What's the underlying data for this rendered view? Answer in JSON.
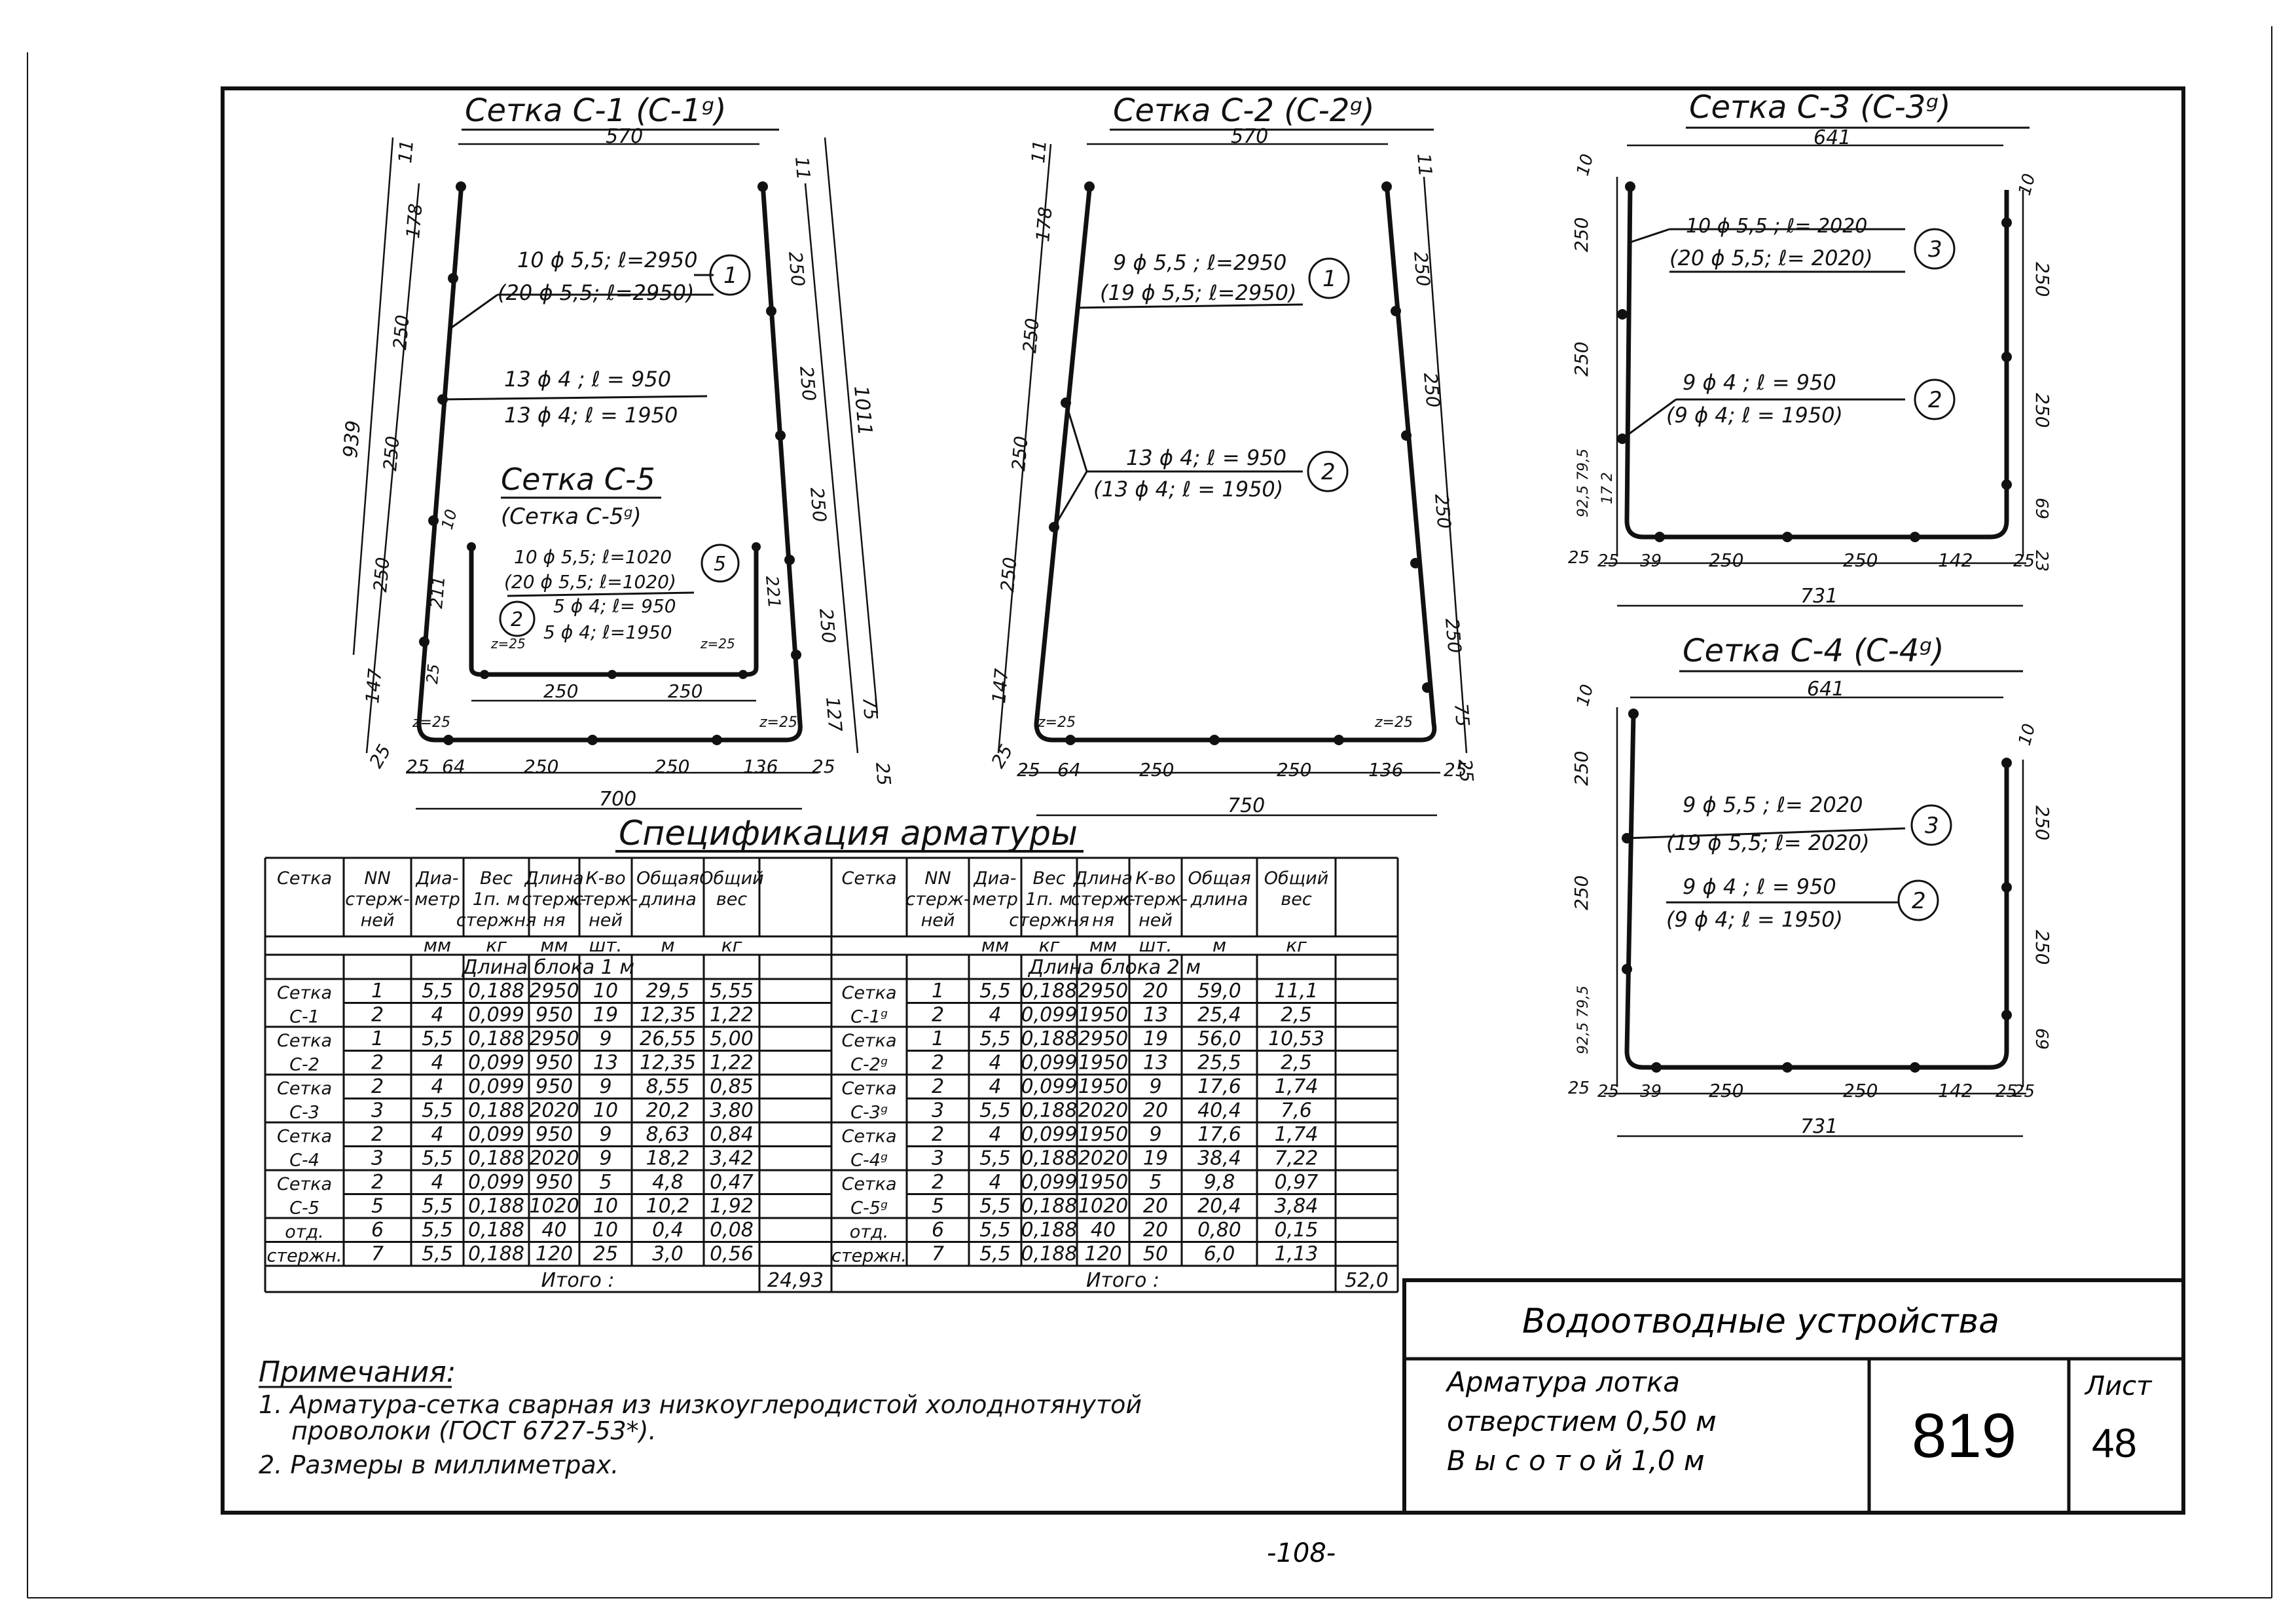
{
  "drawings": {
    "c1": {
      "title": "Сетка С-1 (С-1ᵍ)",
      "top": "570",
      "bottom_total": "700",
      "height_total": "939",
      "height_right": "1011",
      "left_dims": [
        "11",
        "178",
        "250",
        "250",
        "250",
        "147",
        "25"
      ],
      "right_dims": [
        "11",
        "250",
        "250",
        "250",
        "250",
        "127",
        "25"
      ],
      "bottom_dims": [
        "25",
        "64",
        "250",
        "250",
        "136",
        "25"
      ],
      "side75": "75",
      "radius": "z=25",
      "callout1_line1": "10 ϕ 5,5; ℓ=2950",
      "callout1_line2": "(20 ϕ 5,5; ℓ=2950)",
      "callout1_num": "1",
      "callout2_line1": "13 ϕ 4 ; ℓ = 950",
      "callout2_line2": "13 ϕ 4; ℓ = 1950"
    },
    "c5": {
      "title": "Сетка С-5",
      "subtitle": "(Сетка С-5ᵍ)",
      "call_a1": "10 ϕ 5,5; ℓ=1020",
      "call_a2": "(20 ϕ 5,5; ℓ=1020)",
      "call_a_num": "5",
      "call_b1": "5 ϕ 4; ℓ= 950",
      "call_b2": "5 ϕ 4; ℓ=1950",
      "call_b_num": "2",
      "left_h": "211",
      "right_h": "221",
      "top_left": "10",
      "base_l": "25",
      "bottom1": "250",
      "bottom2": "250",
      "r": "z=25"
    },
    "c2": {
      "title": "Сетка С-2 (С-2ᵍ)",
      "top": "570",
      "bottom_total": "750",
      "left_dims": [
        "11",
        "178",
        "250",
        "250",
        "250",
        "147",
        "25"
      ],
      "right_dims": [
        "11",
        "250",
        "250",
        "250",
        "250",
        "75",
        "25"
      ],
      "bottom_dims": [
        "25",
        "64",
        "250",
        "250",
        "136",
        "25"
      ],
      "radius": "z=25",
      "callout1_line1": "9 ϕ 5,5 ; ℓ=2950",
      "callout1_line2": "(19 ϕ 5,5; ℓ=2950)",
      "callout1_num": "1",
      "callout2_line1": "13 ϕ 4; ℓ = 950",
      "callout2_line2": "(13 ϕ 4; ℓ = 1950)",
      "callout2_num": "2"
    },
    "c3": {
      "title": "Сетка С-3 (С-3ᵍ)",
      "top": "641",
      "bottom_total": "731",
      "left_dims": [
        "10",
        "250",
        "250",
        "92,5 79,5",
        "17 2",
        "25"
      ],
      "right_dims": [
        "10",
        "250",
        "250",
        "69",
        "23"
      ],
      "bottom_dims": [
        "25",
        "39",
        "250",
        "250",
        "142",
        "25"
      ],
      "callout1_line1": "10 ϕ 5,5 ; ℓ= 2020",
      "callout1_line2": "(20 ϕ 5,5; ℓ= 2020)",
      "callout1_num": "3",
      "callout2_line1": "9 ϕ 4 ;  ℓ = 950",
      "callout2_line2": "(9 ϕ 4;  ℓ = 1950)",
      "callout2_num": "2"
    },
    "c4": {
      "title": "Сетка С-4 (С-4ᵍ)",
      "top": "641",
      "bottom_total": "731",
      "left_dims": [
        "10",
        "250",
        "250",
        "92,5 79,5",
        "25"
      ],
      "right_dims": [
        "10",
        "250",
        "250",
        "69",
        "25"
      ],
      "bottom_dims": [
        "25",
        "39",
        "250",
        "250",
        "142",
        "25"
      ],
      "callout1_line1": "9 ϕ 5,5 ;  ℓ= 2020",
      "callout1_line2": "(19 ϕ 5,5;  ℓ= 2020)",
      "callout1_num": "3",
      "callout2_line1": "9 ϕ 4 ;  ℓ = 950",
      "callout2_line2": "(9 ϕ 4;  ℓ = 1950)",
      "callout2_num": "2"
    }
  },
  "spec": {
    "title": "Спецификация арматуры",
    "headers": [
      "Сетка",
      "NN стерж- ней",
      "Диа- метр",
      "Вес 1п. м стержня",
      "Длина стерж- ня",
      "К-во стерж- ней",
      "Общая длина",
      "Общий вес"
    ],
    "units": [
      "",
      "",
      "мм",
      "кг",
      "мм",
      "шт.",
      "м",
      "кг"
    ],
    "left_block_title": "Длина   блока   1 м",
    "right_block_title": "Длина   блока   2  м",
    "left_groups": [
      "Сетка С-1",
      "Сетка С-2",
      "Сетка С-3",
      "Сетка С-4",
      "Сетка С-5",
      "отд. стержн."
    ],
    "right_groups": [
      "Сетка С-1ᵍ",
      "Сетка С-2ᵍ",
      "Сетка С-3ᵍ",
      "Сетка С-4ᵍ",
      "Сетка С-5ᵍ",
      "отд. стержн."
    ],
    "left_rows": [
      [
        "1",
        "5,5",
        "0,188",
        "2950",
        "10",
        "29,5",
        "5,55"
      ],
      [
        "2",
        "4",
        "0,099",
        "950",
        "19",
        "12,35",
        "1,22"
      ],
      [
        "1",
        "5,5",
        "0,188",
        "2950",
        "9",
        "26,55",
        "5,00"
      ],
      [
        "2",
        "4",
        "0,099",
        "950",
        "13",
        "12,35",
        "1,22"
      ],
      [
        "2",
        "4",
        "0,099",
        "950",
        "9",
        "8,55",
        "0,85"
      ],
      [
        "3",
        "5,5",
        "0,188",
        "2020",
        "10",
        "20,2",
        "3,80"
      ],
      [
        "2",
        "4",
        "0,099",
        "950",
        "9",
        "8,63",
        "0,84"
      ],
      [
        "3",
        "5,5",
        "0,188",
        "2020",
        "9",
        "18,2",
        "3,42"
      ],
      [
        "2",
        "4",
        "0,099",
        "950",
        "5",
        "4,8",
        "0,47"
      ],
      [
        "5",
        "5,5",
        "0,188",
        "1020",
        "10",
        "10,2",
        "1,92"
      ],
      [
        "6",
        "5,5",
        "0,188",
        "40",
        "10",
        "0,4",
        "0,08"
      ],
      [
        "7",
        "5,5",
        "0,188",
        "120",
        "25",
        "3,0",
        "0,56"
      ]
    ],
    "right_rows": [
      [
        "1",
        "5,5",
        "0,188",
        "2950",
        "20",
        "59,0",
        "11,1"
      ],
      [
        "2",
        "4",
        "0,099",
        "1950",
        "13",
        "25,4",
        "2,5"
      ],
      [
        "1",
        "5,5",
        "0,188",
        "2950",
        "19",
        "56,0",
        "10,53"
      ],
      [
        "2",
        "4",
        "0,099",
        "1950",
        "13",
        "25,5",
        "2,5"
      ],
      [
        "2",
        "4",
        "0,099",
        "1950",
        "9",
        "17,6",
        "1,74"
      ],
      [
        "3",
        "5,5",
        "0,188",
        "2020",
        "20",
        "40,4",
        "7,6"
      ],
      [
        "2",
        "4",
        "0,099",
        "1950",
        "9",
        "17,6",
        "1,74"
      ],
      [
        "3",
        "5,5",
        "0,188",
        "2020",
        "19",
        "38,4",
        "7,22"
      ],
      [
        "2",
        "4",
        "0,099",
        "1950",
        "5",
        "9,8",
        "0,97"
      ],
      [
        "5",
        "5,5",
        "0,188",
        "1020",
        "20",
        "20,4",
        "3,84"
      ],
      [
        "6",
        "5,5",
        "0,188",
        "40",
        "20",
        "0,80",
        "0,15"
      ],
      [
        "7",
        "5,5",
        "0,188",
        "120",
        "50",
        "6,0",
        "1,13"
      ]
    ],
    "total_label": "Итого :",
    "left_total": "24,93",
    "right_total": "52,0"
  },
  "notes": {
    "title": "Примечания:",
    "line1": "1. Арматура-сетка сварная из низкоуглеродистой холоднотянутой",
    "line2": "проволоки (ГОСТ 6727-53*).",
    "line3": "2. Размеры   в  миллиметрах."
  },
  "stamp": {
    "main_title": "Водоотводные устройства",
    "desc1": "Арматура   лотка",
    "desc2": "отверстием  0,50 м",
    "desc3": "В ы с о т о й   1,0 м",
    "number": "819",
    "sheet_label": "Лист",
    "sheet_num": "48"
  },
  "page_number": "-108-"
}
